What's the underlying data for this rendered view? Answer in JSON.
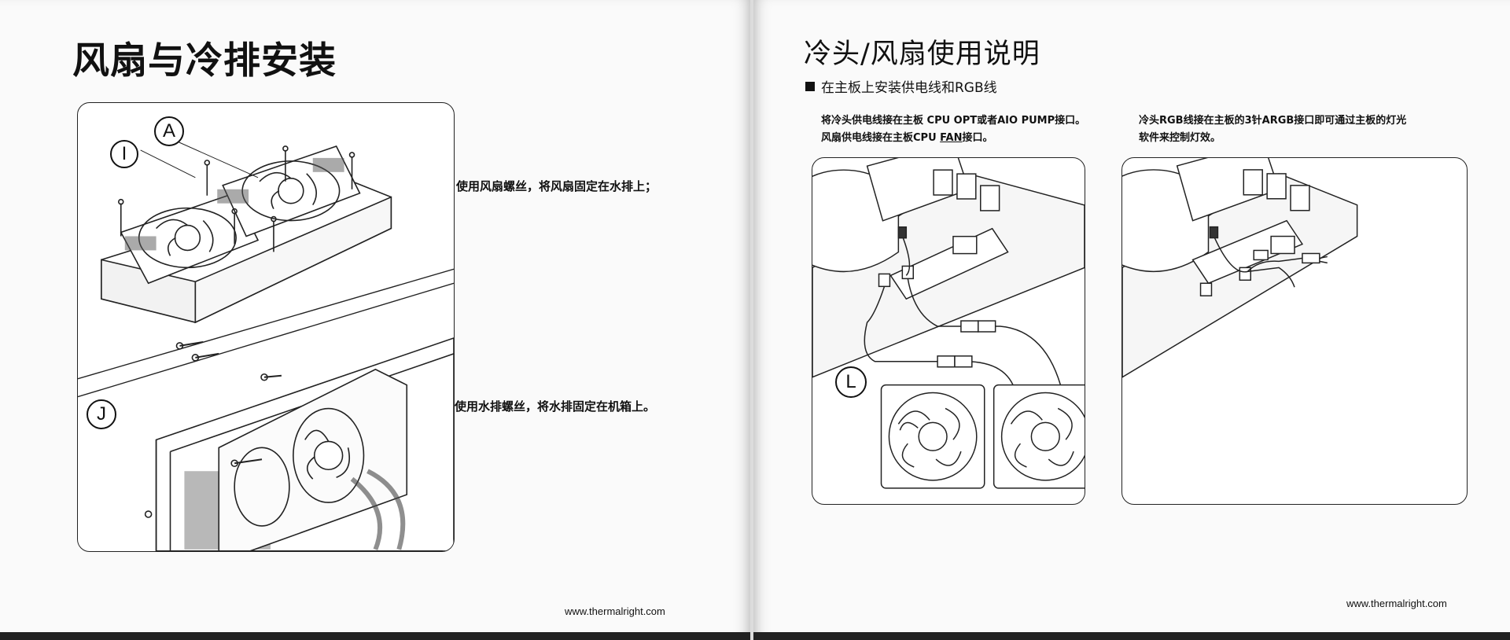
{
  "left_page": {
    "title": "风扇与冷排安装",
    "step_1": "使用风扇螺丝，将风扇固定在水排上；",
    "step_2": "使用水排螺丝，将水排固定在机箱上。",
    "callouts": {
      "a": "A",
      "i": "I",
      "j": "J"
    },
    "footer": "www.thermalright.com"
  },
  "right_page": {
    "title": "冷头/风扇使用说明",
    "section": "在主板上安装供电线和RGB线",
    "note_1_line_1": "将冷头供电线接在主板 CPU OPT或者AIO PUMP接口。",
    "note_1_line_2a": "风扇供电线接在主板CPU ",
    "note_1_line_2b": "FAN",
    "note_1_line_2c": "接口。",
    "note_2_line_1": "冷头RGB线接在主板的3针ARGB接口即可通过主板的灯光",
    "note_2_line_2": "软件来控制灯效。",
    "callouts": {
      "l": "L"
    },
    "footer": "www.thermalright.com"
  }
}
